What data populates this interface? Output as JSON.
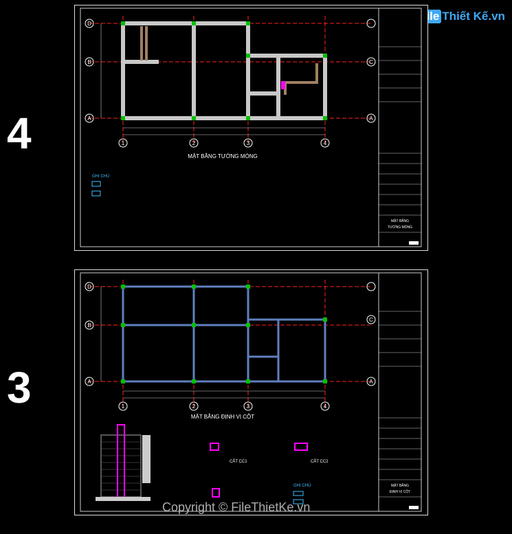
{
  "page": {
    "label_top": "4",
    "label_bottom": "3",
    "logo_text": "FileThietKe.vn",
    "copyright": "Copyright © FileThietKe.vn"
  },
  "sheet_top": {
    "title": "MẶT BẰNG TƯỜNG MÓNG",
    "axes_rows": [
      "D",
      "B",
      "A",
      "C"
    ],
    "axes_cols": [
      "1",
      "2",
      "3",
      "4"
    ],
    "legend_title": "GHI CHÚ",
    "title_block": [
      "MẶT BẰNG",
      "TƯỜNG MÓNG"
    ]
  },
  "sheet_bottom": {
    "title": "MẶT BẰNG ĐỊNH VỊ CỘT",
    "axes_rows": [
      "D",
      "B",
      "A",
      "C"
    ],
    "axes_cols": [
      "1",
      "2",
      "3",
      "4"
    ],
    "section_1": "CẮT CC1",
    "section_2": "CẮT CC2",
    "legend_title": "GHI CHÚ",
    "title_block": [
      "MẶT BẰNG",
      "ĐỊNH VỊ CỘT"
    ]
  },
  "colors": {
    "wall": "#c8c8c8",
    "grid": "#ff2020",
    "column": "#00c000",
    "accent": "#ff00ff",
    "cyan": "#40c0ff"
  }
}
